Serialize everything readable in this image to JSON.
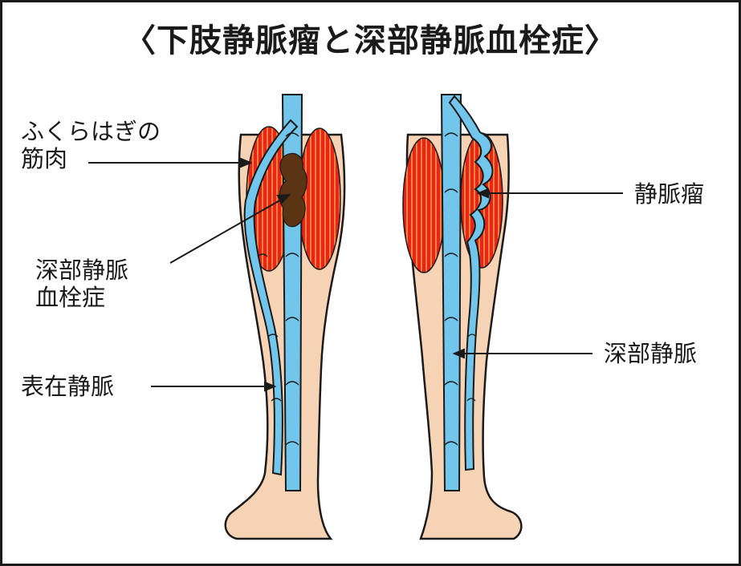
{
  "title": "〈下肢静脈瘤と深部静脈血栓症〉",
  "labels": {
    "calf_muscle_line1": "ふくらはぎの",
    "calf_muscle_line2": "筋肉",
    "dvt_line1": "深部静脈",
    "dvt_line2": "血栓症",
    "superficial_vein": "表在静脈",
    "varicose_vein": "静脈瘤",
    "deep_vein": "深部静脈"
  },
  "colors": {
    "skin": "#f7d3b5",
    "muscle": "#e8251b",
    "muscle_stripe": "#f7c04a",
    "vein": "#72c6ec",
    "clot": "#5b3414",
    "outline": "#1a1a1a"
  }
}
